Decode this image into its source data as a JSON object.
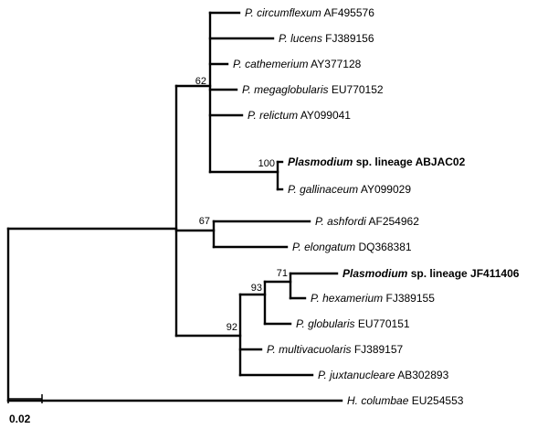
{
  "tree": {
    "taxa": [
      {
        "id": "t1",
        "genus": "P.",
        "species": "circumflexum",
        "accession": "AF495576",
        "highlight": false
      },
      {
        "id": "t2",
        "genus": "P.",
        "species": "lucens",
        "accession": "FJ389156",
        "highlight": false
      },
      {
        "id": "t3",
        "genus": "P.",
        "species": "cathemerium",
        "accession": "AY377128",
        "highlight": false
      },
      {
        "id": "t4",
        "genus": "P.",
        "species": "megaglobularis",
        "accession": "EU770152",
        "highlight": false
      },
      {
        "id": "t5",
        "genus": "P.",
        "species": "relictum",
        "accession": "AY099041",
        "highlight": false
      },
      {
        "id": "t6",
        "genus": "Plasmodium",
        "species": "sp. lineage ABJAC02",
        "accession": "",
        "highlight": true
      },
      {
        "id": "t7",
        "genus": "P.",
        "species": "gallinaceum",
        "accession": "AY099029",
        "highlight": false
      },
      {
        "id": "t8",
        "genus": "P.",
        "species": "ashfordi",
        "accession": "AF254962",
        "highlight": false
      },
      {
        "id": "t9",
        "genus": "P.",
        "species": "elongatum",
        "accession": "DQ368381",
        "highlight": false
      },
      {
        "id": "t10",
        "genus": "Plasmodium",
        "species": "sp. lineage JF411406",
        "accession": "",
        "highlight": true
      },
      {
        "id": "t11",
        "genus": "P.",
        "species": "hexamerium",
        "accession": "FJ389155",
        "highlight": false
      },
      {
        "id": "t12",
        "genus": "P.",
        "species": "globularis",
        "accession": "EU770151",
        "highlight": false
      },
      {
        "id": "t13",
        "genus": "P.",
        "species": "multivacuolaris",
        "accession": "FJ389157",
        "highlight": false
      },
      {
        "id": "t14",
        "genus": "P.",
        "species": "juxtanucleare",
        "accession": "AB302893",
        "highlight": false
      },
      {
        "id": "t15",
        "genus": "H.",
        "species": "columbae",
        "accession": "EU254553",
        "highlight": false
      }
    ],
    "support_values": [
      {
        "node": "n_upper",
        "value": "62"
      },
      {
        "node": "n_gall",
        "value": "100"
      },
      {
        "node": "n_ash",
        "value": "67"
      },
      {
        "node": "n_hex",
        "value": "71"
      },
      {
        "node": "n_glob",
        "value": "93"
      },
      {
        "node": "n_lower",
        "value": "92"
      }
    ],
    "scale_bar": {
      "label": "0.02",
      "value": 0.02
    }
  }
}
